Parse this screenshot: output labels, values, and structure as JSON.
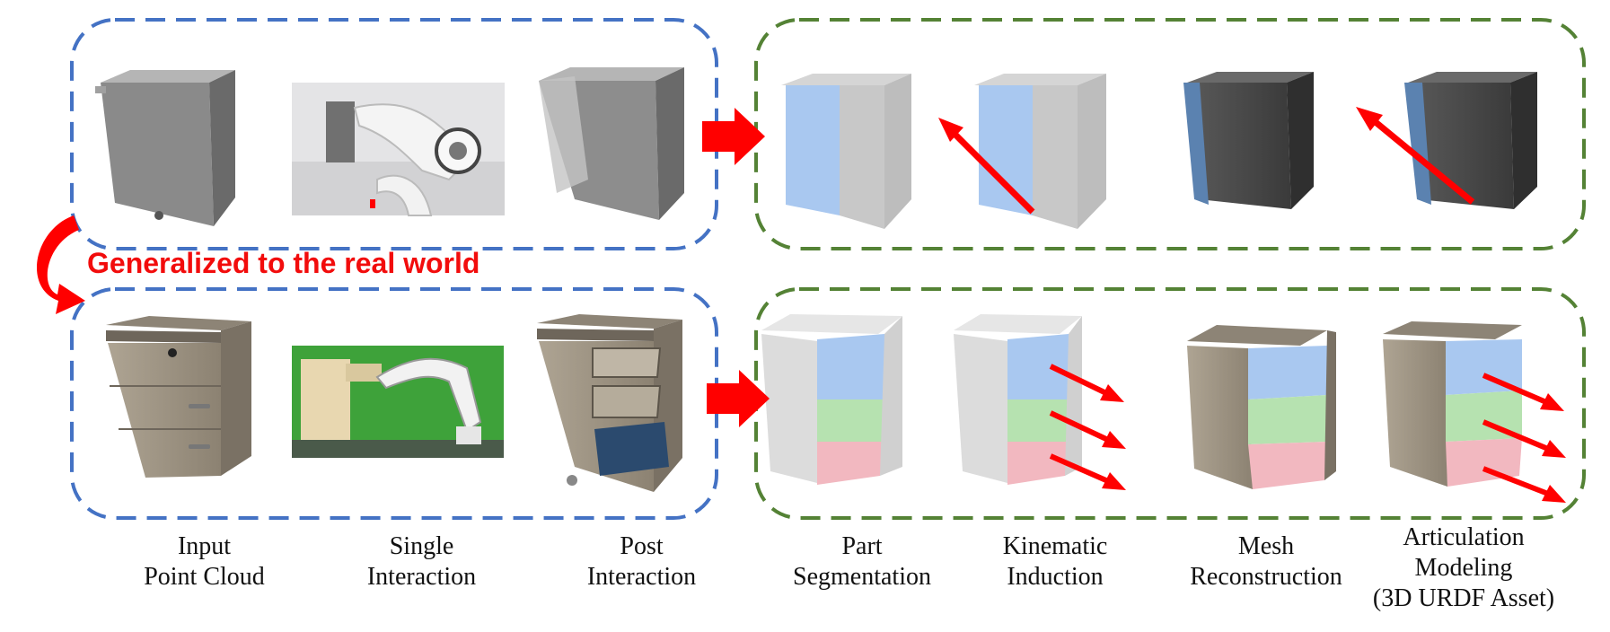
{
  "banner": "Generalized to the real world",
  "stage_labels": [
    {
      "line1": "Input",
      "line2": "Point Cloud"
    },
    {
      "line1": "Single",
      "line2": "Interaction"
    },
    {
      "line1": "Post",
      "line2": "Interaction"
    },
    {
      "line1": "Part",
      "line2": "Segmentation"
    },
    {
      "line1": "Kinematic",
      "line2": "Induction"
    },
    {
      "line1": "Mesh",
      "line2": "Reconstruction"
    },
    {
      "line1": "Articulation",
      "line2": "Modeling",
      "line3": "(3D URDF Asset)"
    }
  ],
  "colors": {
    "blue_frame": "#4472c4",
    "green_frame": "#548235",
    "arrow_red": "#ff0000",
    "part_blue": "#a9c8f0",
    "part_green": "#b6e2b0",
    "part_pink": "#f2b8c0",
    "sim_cabinet": "#808080",
    "real_cabinet": "#9c9282"
  }
}
